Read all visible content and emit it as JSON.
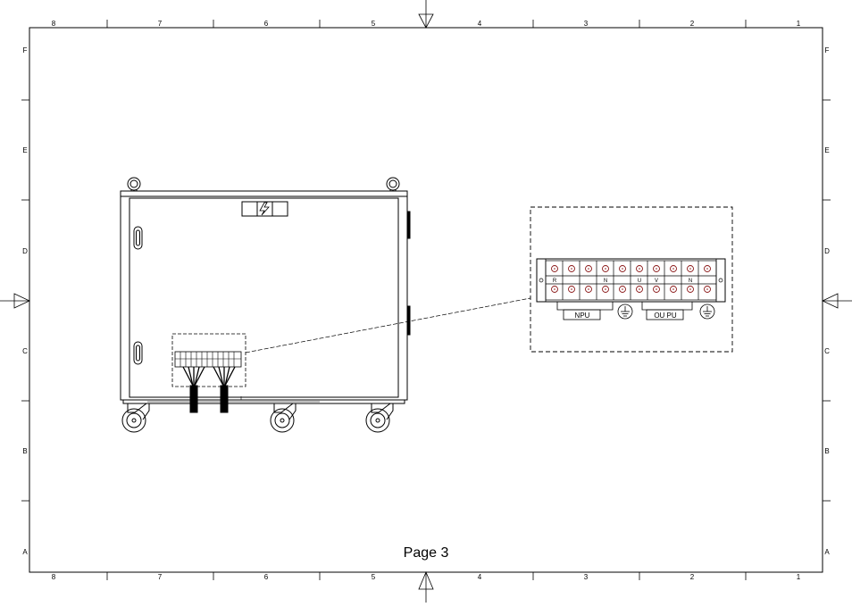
{
  "zones": {
    "columns": [
      "8",
      "7",
      "6",
      "5",
      "4",
      "3",
      "2",
      "1"
    ],
    "rows": [
      "F",
      "E",
      "D",
      "C",
      "B",
      "A"
    ]
  },
  "terminal_labels": [
    "R",
    "N",
    "U",
    "V",
    "N"
  ],
  "group_labels": {
    "input": "NPU",
    "output": "OU PU"
  },
  "page_label": "Page 3",
  "colors": {
    "line": "#000000",
    "terminal_screw": "#8b1a1a",
    "background": "#ffffff"
  }
}
